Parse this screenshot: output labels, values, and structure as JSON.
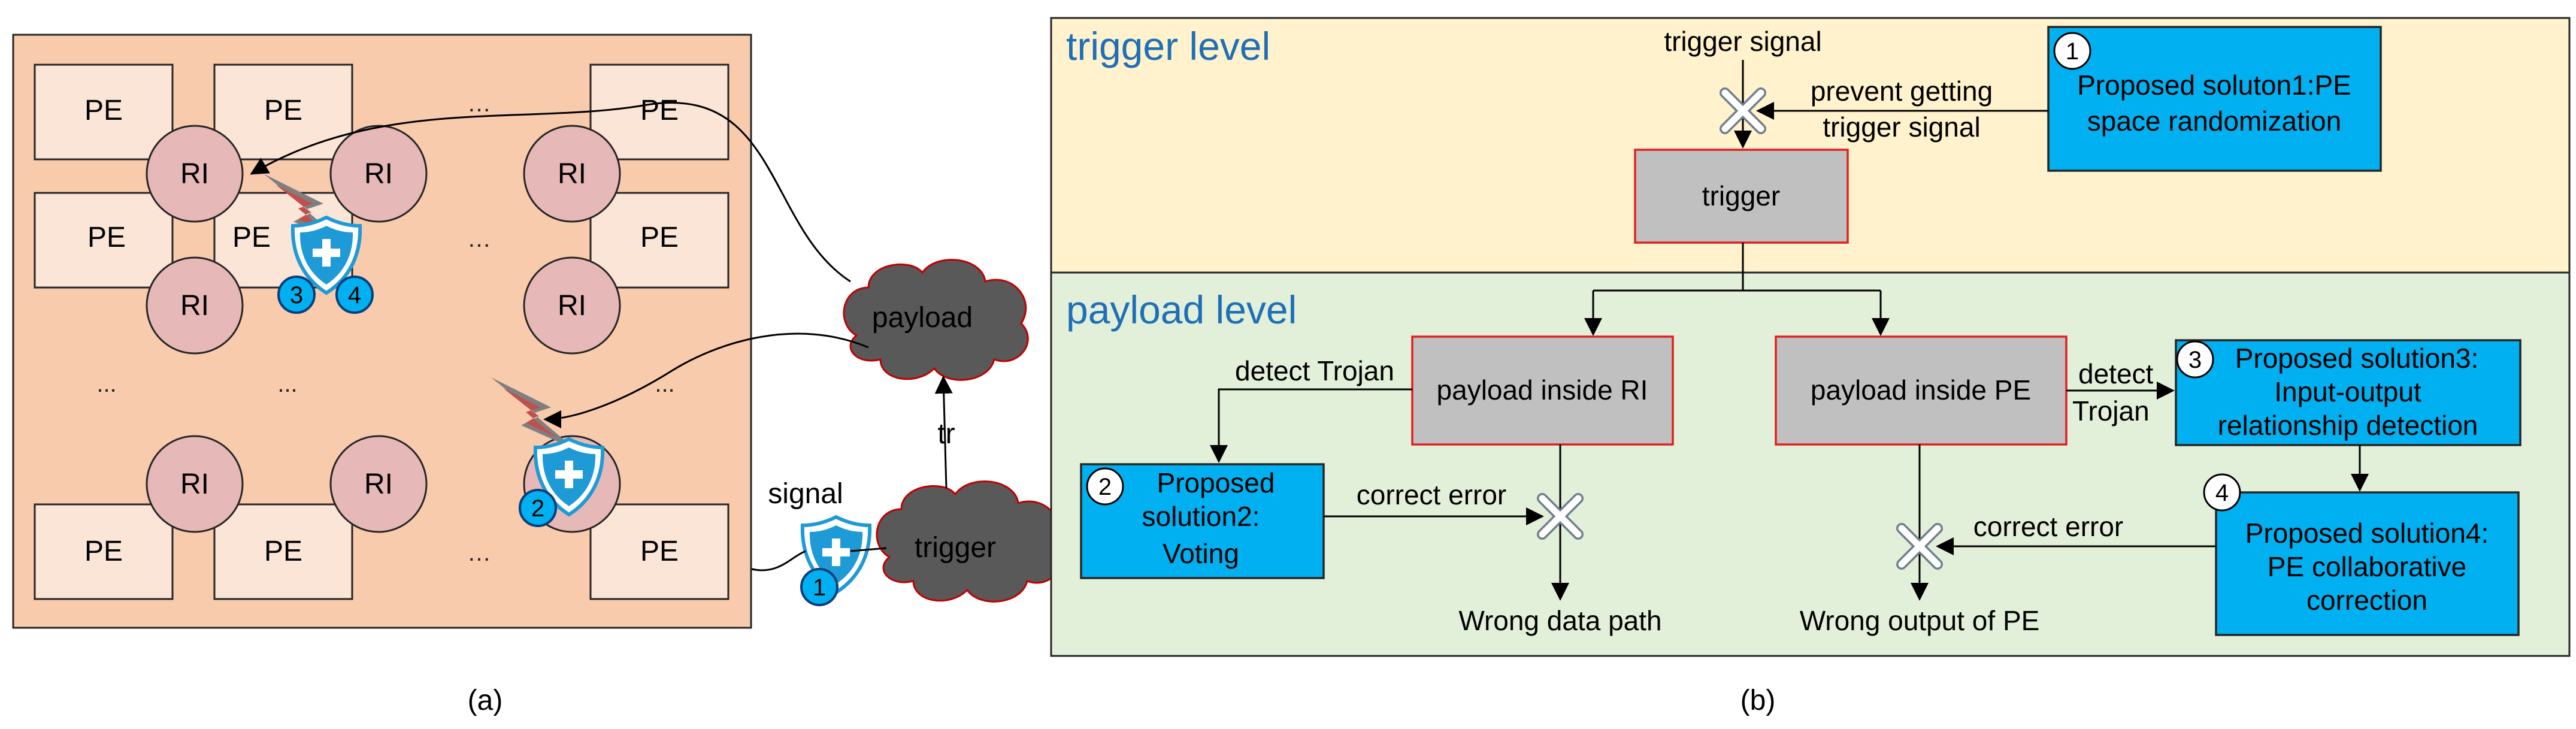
{
  "panel_a": {
    "caption": "(a)",
    "pe_label": "PE",
    "ri_label": "RI",
    "ellipsis": "…",
    "dots": "...",
    "cloud_payload": "payload",
    "cloud_trigger": "trigger",
    "tr_label": "tr",
    "signal_label": "signal",
    "badges": [
      "1",
      "2",
      "3",
      "4"
    ]
  },
  "panel_b": {
    "caption": "(b)",
    "trigger_level": {
      "title": "trigger level",
      "trigger_signal": "trigger signal",
      "prevent_line1": "prevent getting",
      "prevent_line2": "trigger signal",
      "trigger_box": "trigger",
      "solution1_badge": "1",
      "solution1_line1": "Proposed soluton1:PE",
      "solution1_line2": "space randomization"
    },
    "payload_level": {
      "title": "payload level",
      "payload_ri": "payload inside RI",
      "payload_pe": "payload inside PE",
      "detect_trojan_left": "detect Trojan",
      "detect_right_line1": "detect",
      "detect_right_line2": "Trojan",
      "solution2_badge": "2",
      "solution2_line1": "Proposed",
      "solution2_line2": "solution2:",
      "solution2_line3": "Voting",
      "solution3_badge": "3",
      "solution3_line1": "Proposed solution3:",
      "solution3_line2": "Input-output",
      "solution3_line3": "relationship detection",
      "solution4_badge": "4",
      "solution4_line1": "Proposed solution4:",
      "solution4_line2": "PE collaborative",
      "solution4_line3": "correction",
      "correct_error_left": "correct error",
      "correct_error_right": "correct error",
      "wrong_data_path": "Wrong data path",
      "wrong_output": "Wrong output of PE"
    }
  },
  "colors": {
    "grid_bg": "#f8cbad",
    "pe_fill": "#fbe5d6",
    "ri_fill": "#e6b9b8",
    "trigger_level_bg": "#fff2cc",
    "payload_level_bg": "#e2f0d9",
    "proposed_solution": "#00b0f0",
    "payload_box": "#c0c0c0",
    "level_title": "#1f6fb8"
  }
}
